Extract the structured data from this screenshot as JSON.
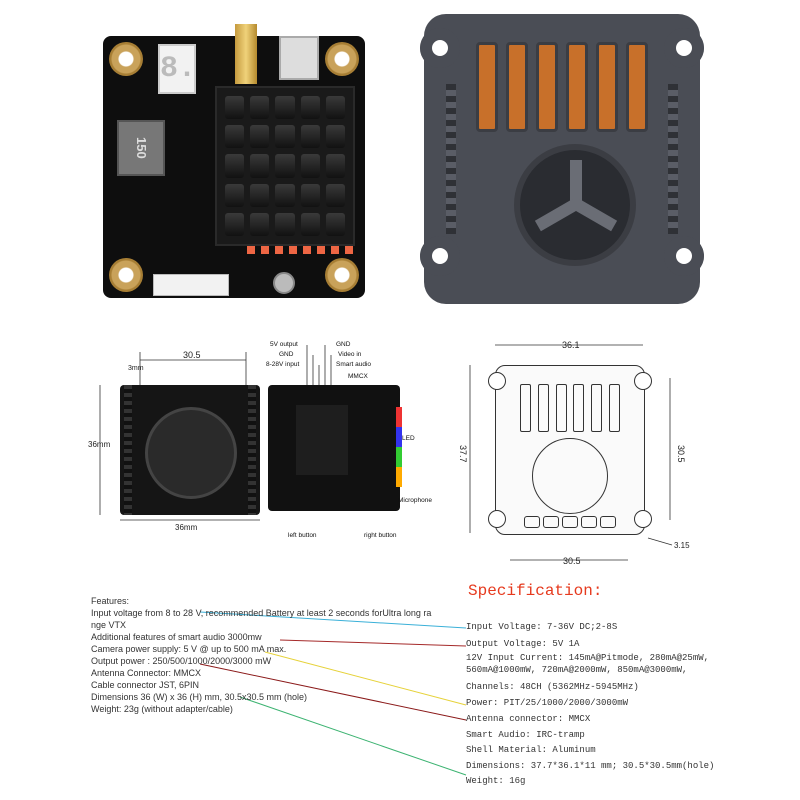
{
  "photo_labels": {
    "seven_segment": "8.",
    "inductor": "150"
  },
  "diagram_labels": {
    "dim_top_left": "30.5",
    "dim_small": "3mm",
    "dim_side": "36mm",
    "dim_bottom": "36mm",
    "pin_5v": "5V output",
    "pin_gnd1": "GND",
    "pin_gnd2": "GND",
    "pin_video": "Video in",
    "pin_power": "8-28V input",
    "pin_audio": "Smart audio",
    "pin_mmcx": "MMCX",
    "led": "LED",
    "microphone": "Microphone",
    "left_button": "left button",
    "right_button": "right button",
    "outline_top": "36.1",
    "outline_left": "37.7",
    "outline_right": "30.5",
    "outline_bottom": "30.5",
    "outline_hole": "3.15"
  },
  "features": {
    "lines": [
      "Features:",
      "Input voltage from 8 to 28 V, recommended Battery at least 2 seconds forUltra long ra",
      "nge VTX",
      "Additional features of smart audio 3000mw",
      "Camera power supply:  5 V @ up to 500 mA max.",
      "Output power :  250/500/1000/2000/3000 mW",
      "Antenna Connector:  MMCX",
      "Cable connector JST, 6PIN",
      "Dimensions 36 (W) x 36 (H) mm, 30.5x30.5 mm (hole)",
      "Weight:  23g (without adapter/cable)"
    ]
  },
  "specification": {
    "title": "Specification:",
    "input_voltage": "Input Voltage: 7-36V DC;2-8S",
    "output_voltage": "Output Voltage: 5V 1A",
    "input_current_1": "12V Input Current: 145mA@Pitmode, 280mA@25mW,",
    "input_current_2": "560mA@1000mW, 720mA@2000mW,  850mA@3000mW,",
    "channels": "Channels: 48CH (5362MHz-5945MHz)",
    "power": "Power: PIT/25/1000/2000/3000mW",
    "antenna": "Antenna connector: MMCX",
    "smart_audio": "Smart Audio: IRC-tramp",
    "shell": "Shell Material: Aluminum",
    "dimensions": "Dimensions: 37.7*36.1*11 mm; 30.5*30.5mm(hole)",
    "weight": "Weight: 16g"
  },
  "connector_colors": {
    "input_voltage": "#3ab0d8",
    "camera_power": "#a52a2a",
    "output_power": "#e6d23a",
    "antenna": "#8b1a1a",
    "weight": "#3cb371"
  }
}
